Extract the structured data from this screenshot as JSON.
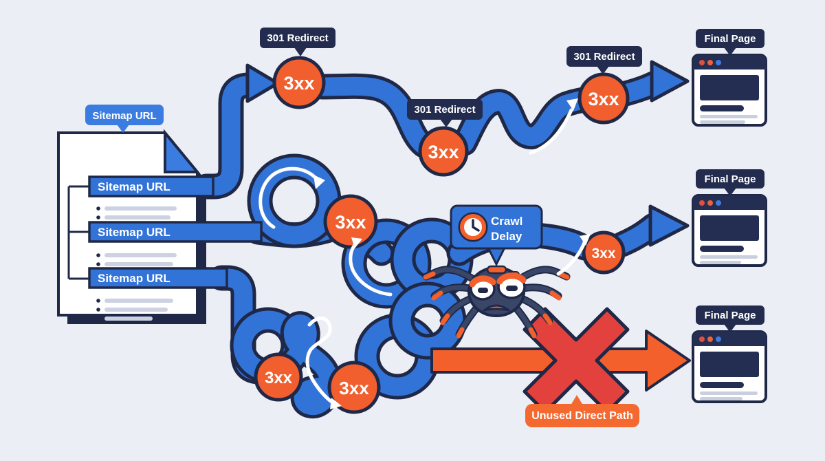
{
  "sitemap": {
    "tooltip": "Sitemap URL",
    "entries": [
      "Sitemap URL",
      "Sitemap URL",
      "Sitemap URL"
    ]
  },
  "redirect_badges": [
    "301 Redirect",
    "301 Redirect",
    "301 Redirect"
  ],
  "nodes": {
    "n1": "3xx",
    "n2": "3xx",
    "n3": "3xx",
    "n4": "3xx",
    "n5": "3xx",
    "n6": "3xx",
    "n7": "3xx"
  },
  "crawl_delay": {
    "line1": "Crawl",
    "line2": "Delay"
  },
  "final_pages": [
    "Final Page",
    "Final Page",
    "Final Page"
  ],
  "unused_path_label": "Unused Direct Path",
  "colors": {
    "background": "#eceef5",
    "path_blue": "#3273d8",
    "label_blue": "#3b7ce0",
    "navy": "#1f2847",
    "badge_navy": "#232c4e",
    "node_orange": "#f05f2d",
    "arrow_orange": "#f4602c",
    "blocked_red": "#e2413d"
  }
}
